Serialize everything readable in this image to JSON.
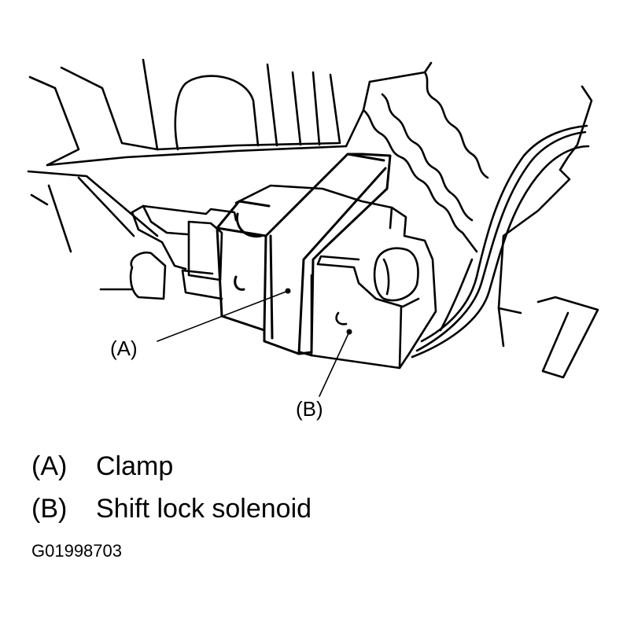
{
  "callouts": {
    "a": "(A)",
    "b": "(B)"
  },
  "legend": [
    {
      "key": "(A)",
      "label": "Clamp"
    },
    {
      "key": "(B)",
      "label": "Shift lock solenoid"
    }
  ],
  "figure_id": "G01998703",
  "colors": {
    "ink": "#000000",
    "background": "#ffffff"
  }
}
